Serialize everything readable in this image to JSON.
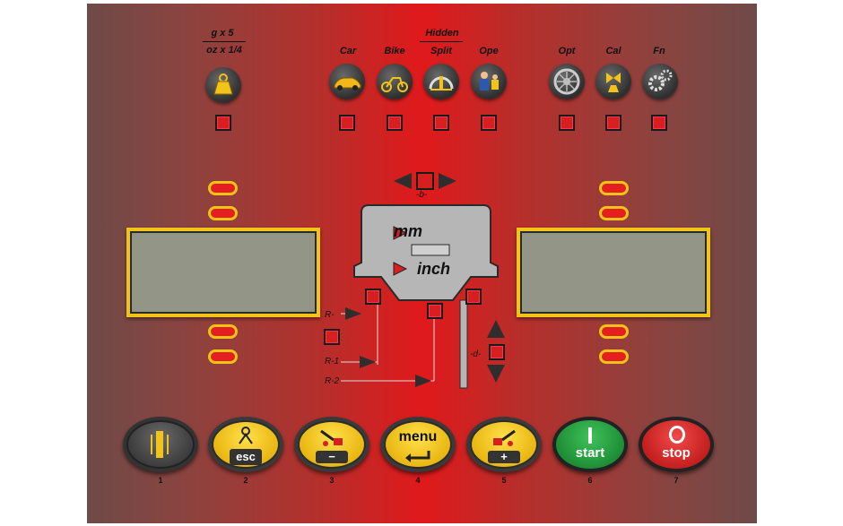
{
  "weight_mode": {
    "top": "g x 5",
    "bottom": "oz x 1/4"
  },
  "modes": {
    "hidden_label": "Hidden",
    "items": [
      {
        "label": "Car",
        "icon": "car-icon"
      },
      {
        "label": "Bike",
        "icon": "motorbike-icon"
      },
      {
        "label": "Split",
        "icon": "split-wheel-icon"
      },
      {
        "label": "Ope",
        "icon": "operator-icon"
      }
    ]
  },
  "settings": {
    "items": [
      {
        "label": "Opt",
        "icon": "wheel-rim-icon"
      },
      {
        "label": "Cal",
        "icon": "calibration-icon"
      },
      {
        "label": "Fn",
        "icon": "gears-icon"
      }
    ]
  },
  "units": {
    "mm": "mm",
    "inch": "inch"
  },
  "dimension_labels": {
    "b": "-b-",
    "r": "R-",
    "r1": "R-1",
    "r2": "R-2",
    "d": "-d-"
  },
  "buttons": [
    {
      "label": "",
      "number": "1",
      "icon": "width-gauge-icon"
    },
    {
      "label": "esc",
      "number": "2",
      "icon": "weight-balance-icon"
    },
    {
      "label": "−",
      "number": "3",
      "icon": "weight-left-icon"
    },
    {
      "label": "menu",
      "number": "4",
      "icon": "enter-arrow-icon"
    },
    {
      "label": "+",
      "number": "5",
      "icon": "weight-right-icon"
    },
    {
      "label": "start",
      "number": "6",
      "icon": "start-icon"
    },
    {
      "label": "stop",
      "number": "7",
      "icon": "stop-icon"
    }
  ],
  "colors": {
    "accent_yellow": "#f2c318",
    "led_red": "#d81f1f",
    "start_green": "#1c9a3a",
    "stop_red": "#d62424",
    "display_gray": "#939587"
  }
}
